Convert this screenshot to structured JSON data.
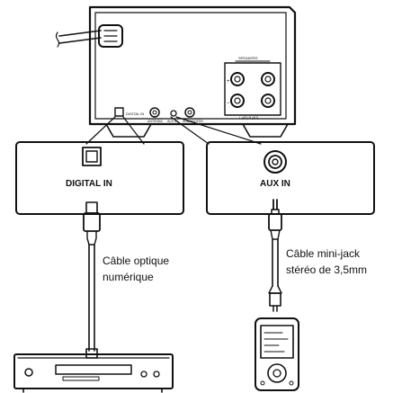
{
  "ports": {
    "digital_in_label": "DIGITAL IN",
    "aux_in_label": "AUX IN"
  },
  "cables": {
    "optical_line1": "Câble optique",
    "optical_line2": "numérique",
    "minijack_line1": "Câble mini-jack",
    "minijack_line2": "stéréo de 3,5mm"
  }
}
